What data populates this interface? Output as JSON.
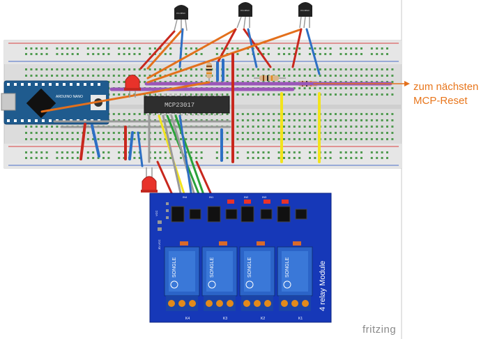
{
  "annotation": {
    "line1": "zum nächsten",
    "line2": "MCP-Reset"
  },
  "chip_label": "MCP23017",
  "relay_module": {
    "side_label": "4 relay Module",
    "brand": "SONGLE",
    "inputs": [
      "IN1",
      "IN2",
      "IN3",
      "IN4"
    ],
    "power_label": "VCC",
    "jd_label": "JD-VCC",
    "relays": [
      "K1",
      "K2",
      "K3",
      "K4"
    ]
  },
  "arduino": {
    "model": "ARDUINO NANO"
  },
  "sensor_label": "DS18B20",
  "watermark": "fritzing",
  "colors": {
    "breadboard": "#dcdcdc",
    "arduino": "#1f5b8e",
    "relay_board": "#1638b8",
    "relay": "#2b64c8",
    "wire_red": "#c8281e",
    "wire_orange": "#e3701c",
    "wire_blue": "#2d6fc4",
    "wire_yellow": "#f2e41c",
    "wire_green": "#2aa23a",
    "wire_purple": "#9a56b8",
    "wire_grey": "#9a9a9a"
  }
}
